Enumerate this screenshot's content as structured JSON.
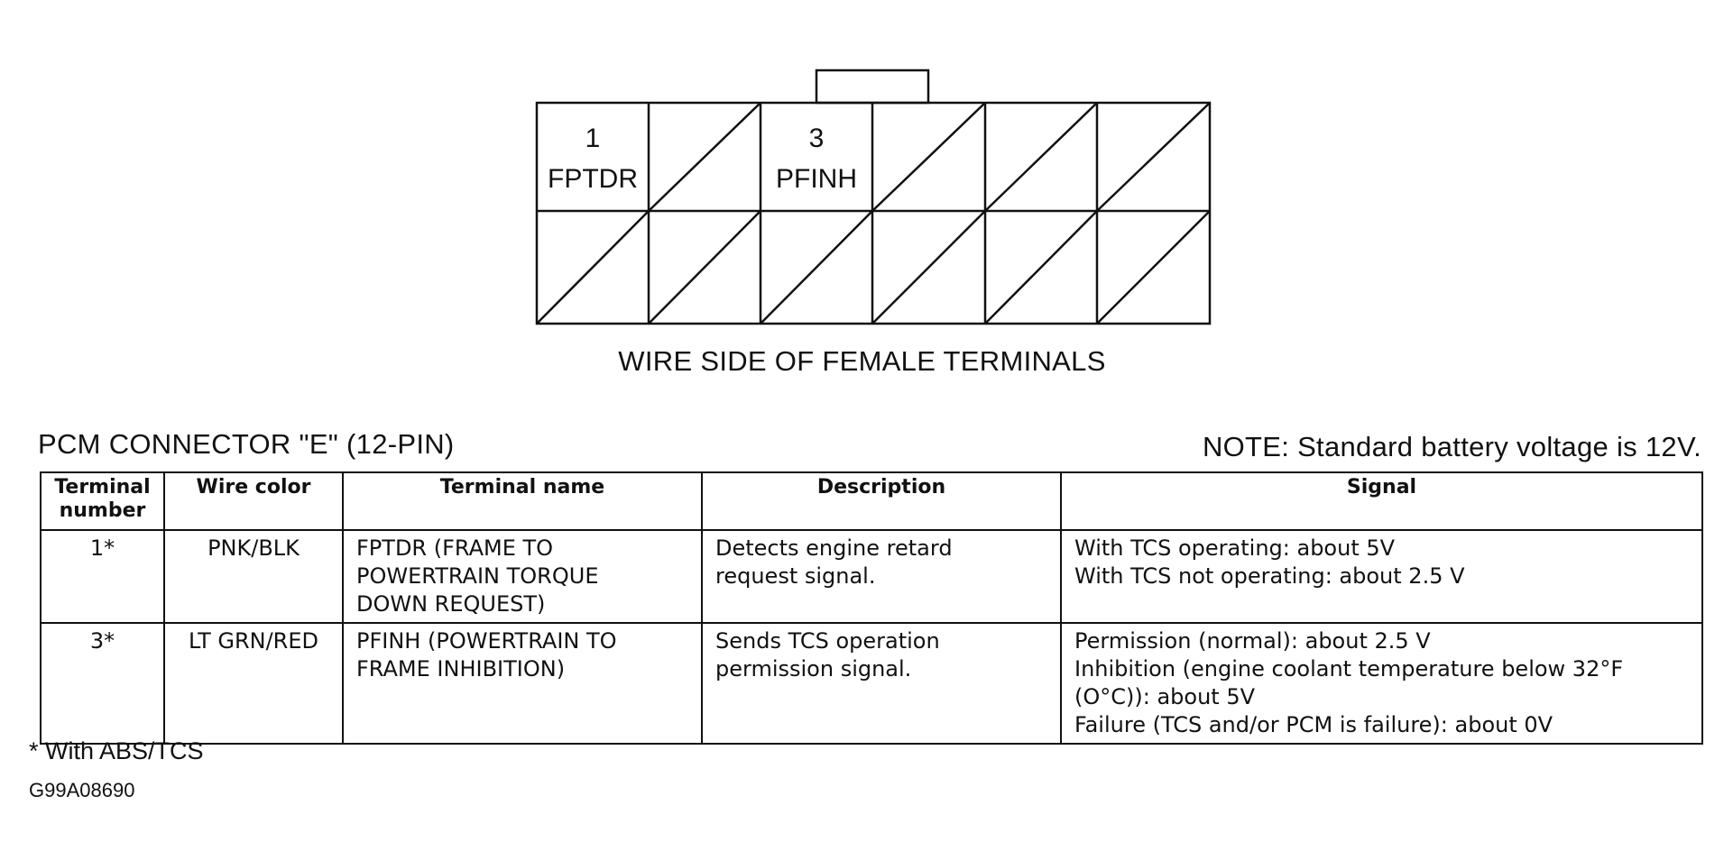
{
  "connector": {
    "cells": [
      {
        "pin": "1",
        "label": "FPTDR"
      },
      {
        "pin": "3",
        "label": "PFINH"
      }
    ]
  },
  "diagram_caption": "WIRE SIDE OF FEMALE TERMINALS",
  "connector_title": "PCM CONNECTOR \"E\" (12-PIN)",
  "note": "NOTE: Standard battery voltage is 12V.",
  "table": {
    "headers": [
      "Terminal number",
      "Wire color",
      "Terminal name",
      "Description",
      "Signal"
    ],
    "rows": [
      {
        "terminal": "1*",
        "wire_color": "PNK/BLK",
        "name_lines": [
          "FPTDR (FRAME TO",
          "POWERTRAIN TORQUE",
          "DOWN REQUEST)"
        ],
        "description_lines": [
          "Detects engine retard",
          "request signal."
        ],
        "signal_lines": [
          "With TCS operating: about 5V",
          "With TCS not operating: about 2.5 V"
        ]
      },
      {
        "terminal": "3*",
        "wire_color": "LT GRN/RED",
        "name_lines": [
          "PFINH (POWERTRAIN TO",
          "FRAME INHIBITION)"
        ],
        "description_lines": [
          "Sends TCS operation",
          "permission signal."
        ],
        "signal_lines": [
          "Permission (normal): about 2.5 V",
          "Inhibition (engine coolant temperature below 32°F",
          "(O°C)): about 5V",
          "Failure (TCS and/or PCM is failure): about 0V"
        ]
      }
    ]
  },
  "footnote": "* With ABS/TCS",
  "figure_code": "G99A08690"
}
